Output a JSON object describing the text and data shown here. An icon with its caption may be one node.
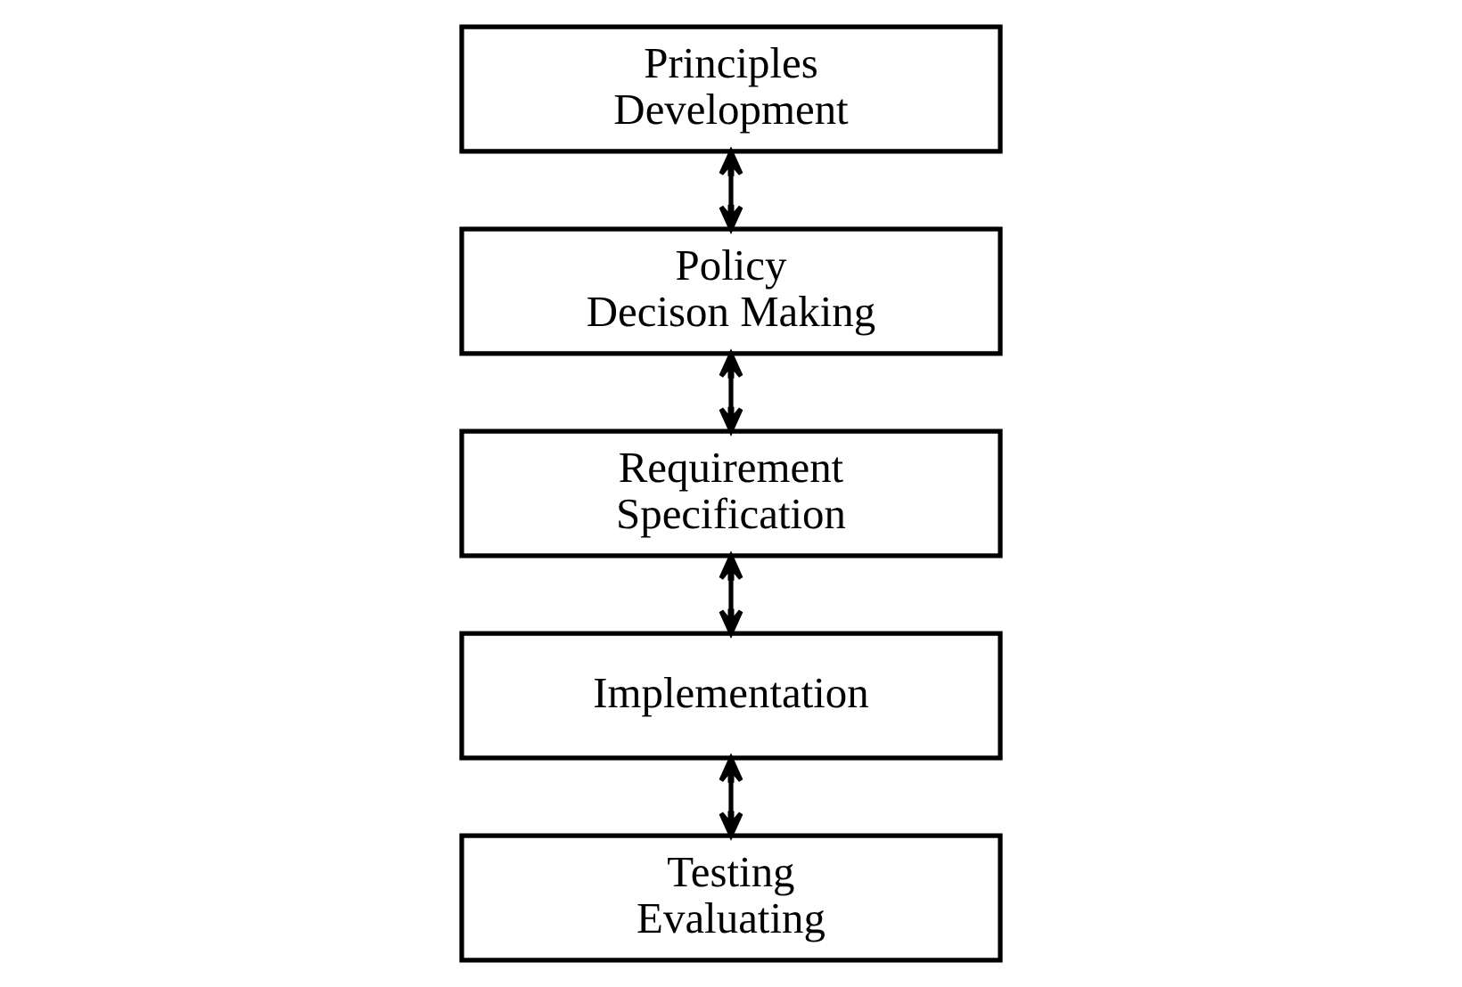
{
  "diagram": {
    "nodes": [
      {
        "text": [
          "Principles Development"
        ]
      },
      {
        "text": [
          "Policy Decison Making"
        ]
      },
      {
        "text": [
          "Requirement Specification"
        ]
      },
      {
        "text": [
          "Implementation"
        ]
      },
      {
        "text": [
          "Testing Evaluating"
        ]
      }
    ],
    "edges": [
      {
        "from": 0,
        "to": 1,
        "arrow": "both"
      },
      {
        "from": 1,
        "to": 2,
        "arrow": "both"
      },
      {
        "from": 2,
        "to": 3,
        "arrow": "both"
      },
      {
        "from": 3,
        "to": 4,
        "arrow": "both"
      }
    ]
  }
}
